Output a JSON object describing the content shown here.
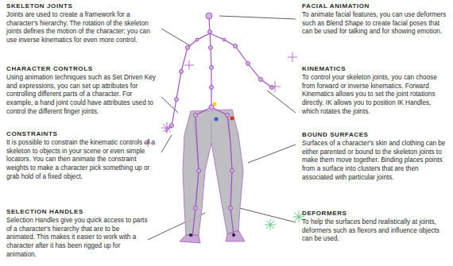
{
  "diagram": {
    "labels": [
      "SKELETON JOINTS",
      "Joints are used to create a framework for a character's hierarchy. The rotation of the skeleton joints defines the motion of the character; you can use inverse kinematics for even more control.",
      "CHARACTER CONTROLS",
      "Using animation techniques such as Set Driven Key and expressions, you can set up attributes for controlling different parts of a character. For example, a hand joint could have attributes used to control the different finger joints.",
      "CONSTRAINTS",
      "It is possible to constrain the kinematic controls of a skeleton to objects in your scene or even simple locators. You can then animate the constraint weights to make a character pick something up or grab hold of a fixed object.",
      "SELECTION HANDLES",
      "Selection Handles give you quick access to parts of a character's hierarchy that are to be animated. This makes it easier to work with a character after it has been rigged up for animation.",
      "FACIAL ANIMATION",
      "To animate facial features, you can use deformers such as Blend Shape to create facial poses that can be used for talking and for showing emotion.",
      "KINEMATICS",
      "To control your skeleton joints, you can choose from forward or inverse kinematics. Forward Kinematics allows you to set the joint rotations directly. IK allows you to position IK Handles, which rotates the joints.",
      "BOUND SURFACES",
      "Surfaces of a character's skin and clothing can be either parented or bound to the skeleton joints to make them move together. Binding places points from a surface into clusters that are then associated with particular joints.",
      "DEFORMERS",
      "To help the surfaces bend realistically at joints, deformers such as flexors and influence objects can be used."
    ]
  }
}
